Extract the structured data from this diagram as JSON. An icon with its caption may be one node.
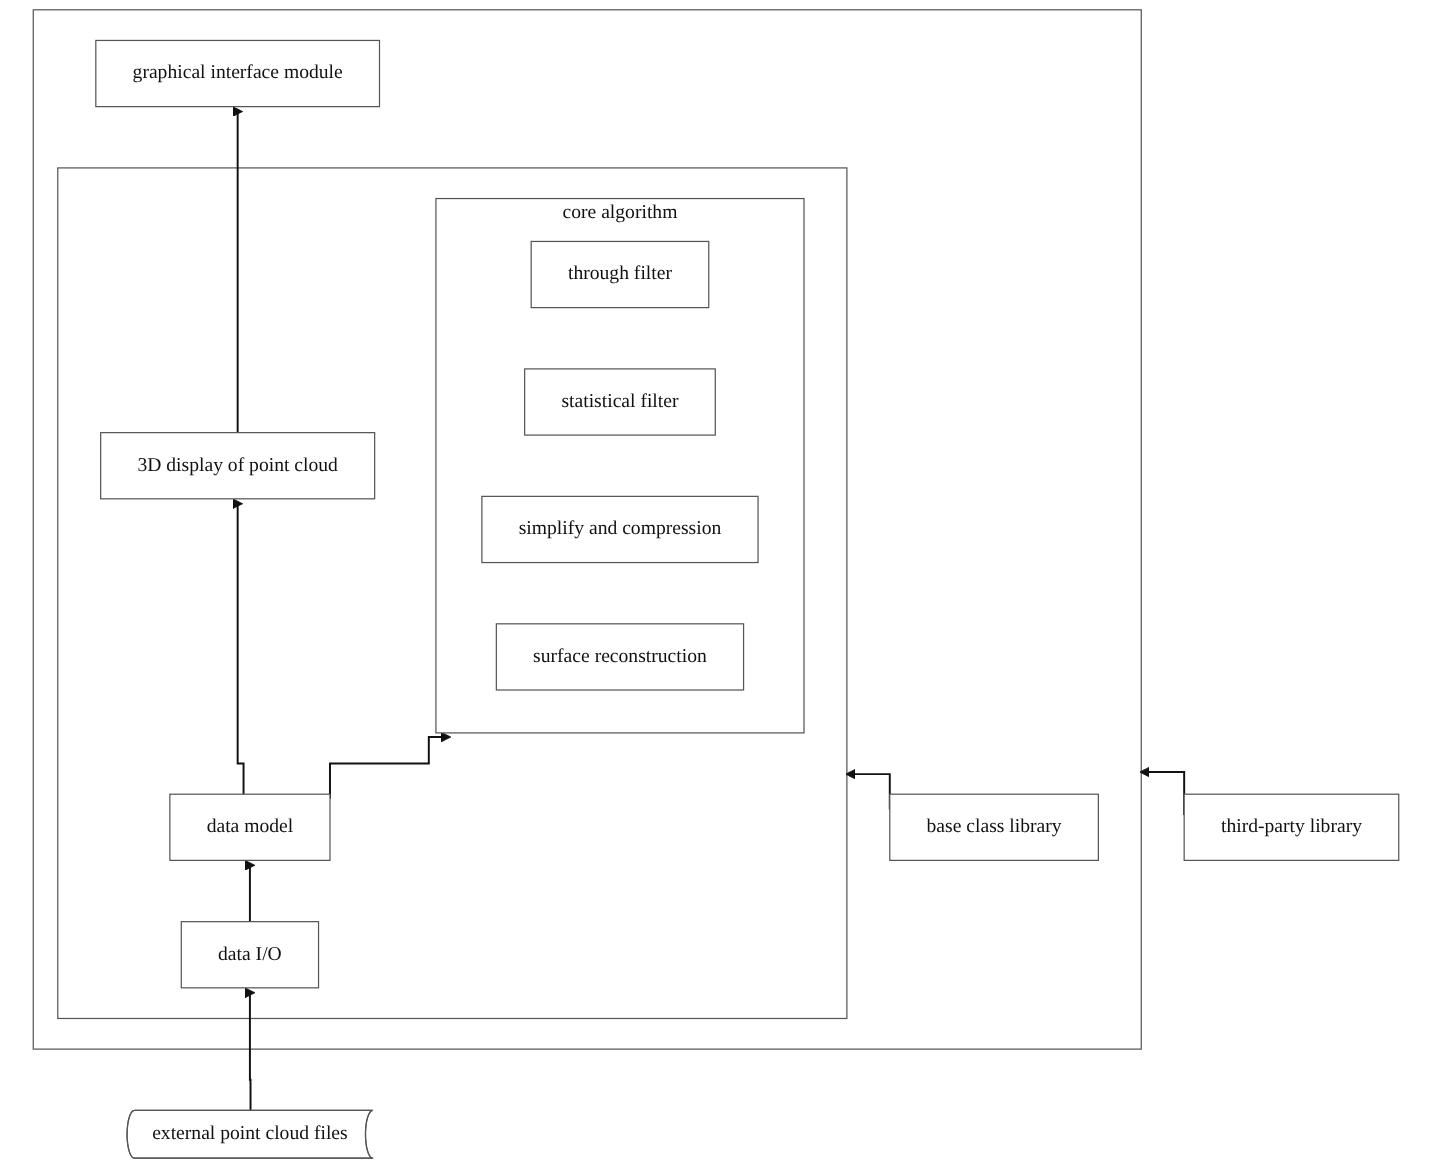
{
  "diagram": {
    "nodes": [
      {
        "text": [],
        "shape": "box"
      },
      {
        "text": [
          "graphical interface module"
        ],
        "in": 0
      },
      {
        "text": [],
        "shape": "box",
        "in": 0
      },
      {
        "text": [
          "core algorithm"
        ],
        "in": 2
      },
      {
        "text": [
          "through filter"
        ],
        "in": 3
      },
      {
        "text": [
          "statistical filter"
        ],
        "in": 3
      },
      {
        "text": [
          "simplify and compression"
        ],
        "in": 3
      },
      {
        "text": [
          "surface reconstruction"
        ],
        "in": 3
      },
      {
        "text": [
          "3D display of point cloud"
        ],
        "in": 2
      },
      {
        "text": [
          "data model"
        ],
        "in": 2
      },
      {
        "text": [
          "data I/O"
        ],
        "in": 2
      },
      {
        "text": [
          "base class library"
        ],
        "in": 0
      },
      {
        "text": [
          "external point cloud files"
        ]
      },
      {
        "text": [
          "third-party library"
        ]
      }
    ],
    "edges": [
      {
        "from": 8,
        "to": 1,
        "arrow": "to"
      },
      {
        "from": 9,
        "to": 8,
        "arrow": "to"
      },
      {
        "from": 10,
        "to": 9,
        "arrow": "to"
      },
      {
        "from": 9,
        "to": 3,
        "arrow": "to"
      },
      {
        "from": 12,
        "to": 10,
        "arrow": "to"
      },
      {
        "from": 11,
        "to": 2,
        "arrow": "to"
      },
      {
        "from": 13,
        "to": 0,
        "arrow": "to"
      }
    ]
  }
}
